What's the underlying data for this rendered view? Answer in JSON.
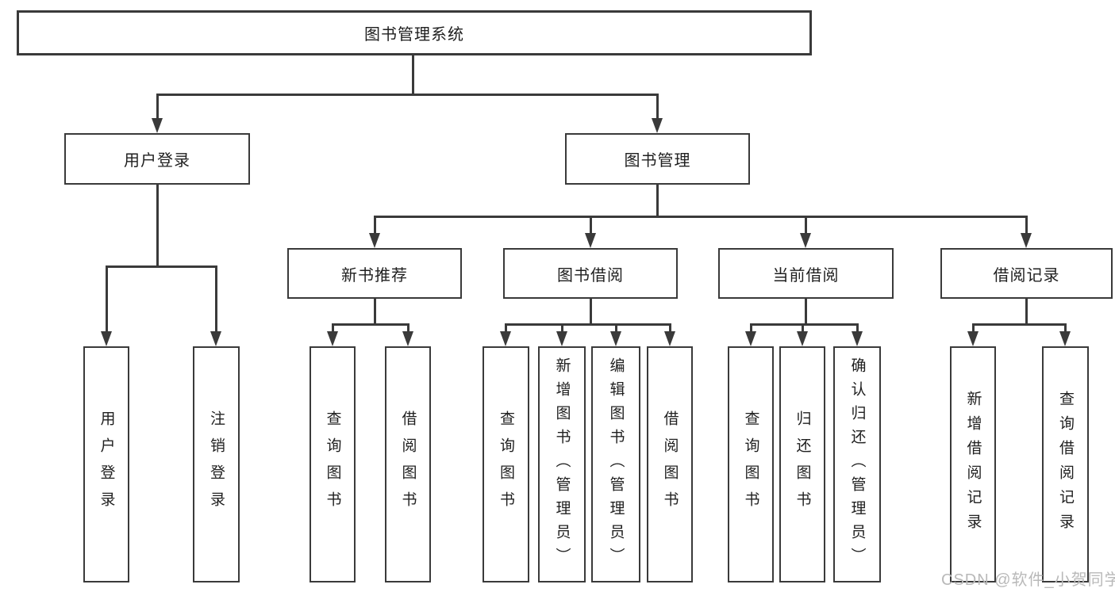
{
  "colors": {
    "line": "#3a3a3a",
    "text": "#1f1f1f",
    "background": "#ffffff",
    "watermark_color": "#b9b9b9"
  },
  "nodes": {
    "root": "图书管理系统",
    "user_login": "用户登录",
    "book_mgmt": "图书管理",
    "new_book_rec": "新书推荐",
    "book_borrow": "图书借阅",
    "current_borrow": "当前借阅",
    "borrow_record": "借阅记录",
    "leaf_user_login": "用户登录",
    "leaf_logout": "注销登录",
    "leaf_rec_query_book": "查询图书",
    "leaf_rec_borrow_book": "借阅图书",
    "leaf_bb_query_book": "查询图书",
    "leaf_bb_add_book": "新增图书（管理员）",
    "leaf_bb_edit_book": "编辑图书（管理员）",
    "leaf_bb_borrow_book": "借阅图书",
    "leaf_cb_query_book": "查询图书",
    "leaf_cb_return_book": "归还图书",
    "leaf_cb_confirm_return": "确认归还（管理员）",
    "leaf_br_add_record": "新增借阅记录",
    "leaf_br_query_record": "查询借阅记录"
  },
  "watermark": "CSDN @软件_小贺同学"
}
